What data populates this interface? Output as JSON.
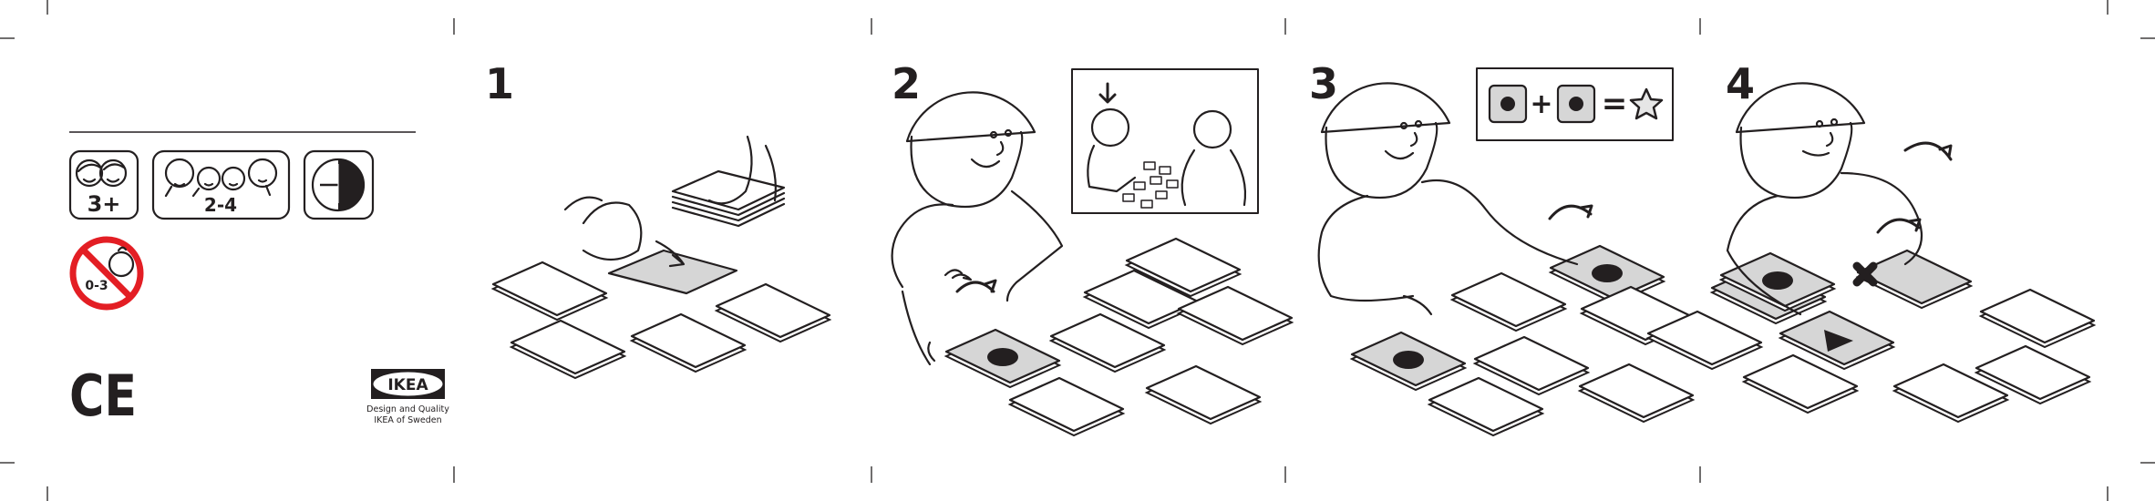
{
  "colors": {
    "ink": "#231f20",
    "card_gray": "#d6d6d6",
    "warning_red": "#e31e24"
  },
  "info_panel": {
    "age_badge": "3+",
    "players_badge": "2-4",
    "clock_icon": "clock-icon",
    "warning_age": "0-3",
    "ce_mark": "CE",
    "logo": "IKEA",
    "logo_caption_line1": "Design and Quality",
    "logo_caption_line2": "IKEA of Sweden"
  },
  "steps": [
    {
      "number": "1"
    },
    {
      "number": "2"
    },
    {
      "number": "3",
      "equation": {
        "plus": "+",
        "equals": "="
      }
    },
    {
      "number": "4"
    }
  ]
}
